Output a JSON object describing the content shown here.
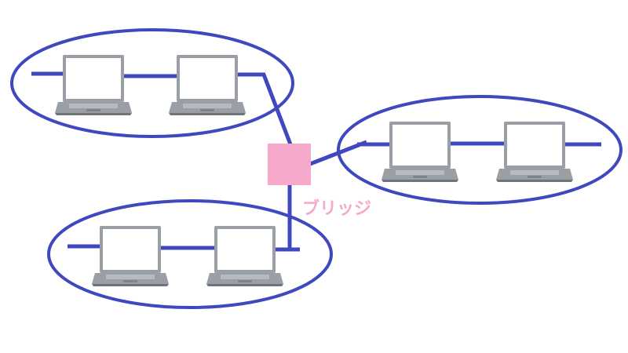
{
  "diagram": {
    "bridge": {
      "label": "ブリッジ"
    },
    "segments": [
      {
        "id": "segment-top-left",
        "computers": 2
      },
      {
        "id": "segment-right",
        "computers": 2
      },
      {
        "id": "segment-bottom-left",
        "computers": 2
      }
    ]
  },
  "colors": {
    "network": "#4048c0",
    "bridge": "#f6a9cb",
    "bridge_text": "#f6a9cb",
    "laptop_body": "#9a9ea5",
    "laptop_dark": "#6f737a",
    "screen": "#ffffff"
  }
}
